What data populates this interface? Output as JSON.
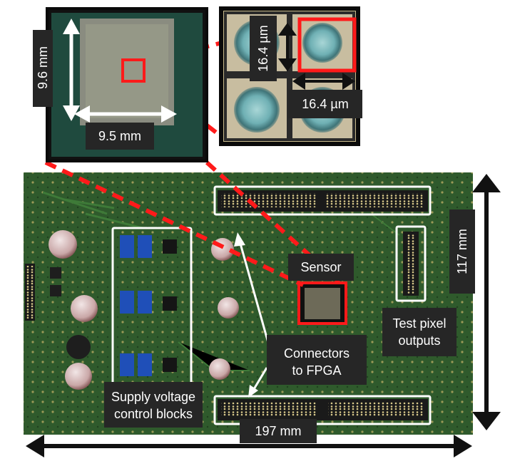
{
  "labels": {
    "chip_height": "9.6 mm",
    "chip_width": "9.5 mm",
    "pixel_height": "16.4 µm",
    "pixel_width": "16.4 µm",
    "sensor": "Sensor",
    "connectors": "Connectors\nto FPGA",
    "test_pixel": "Test pixel\noutputs",
    "supply": "Supply voltage\ncontrol blocks",
    "board_height": "117 mm",
    "board_width": "197 mm"
  },
  "colors": {
    "board": "#2f5a2c",
    "chip": "#8a8c80",
    "highlight": "#ff1a1a",
    "frame": "#ffffff",
    "arrow": "#111111",
    "potentiometer": "#1f4fb8"
  }
}
